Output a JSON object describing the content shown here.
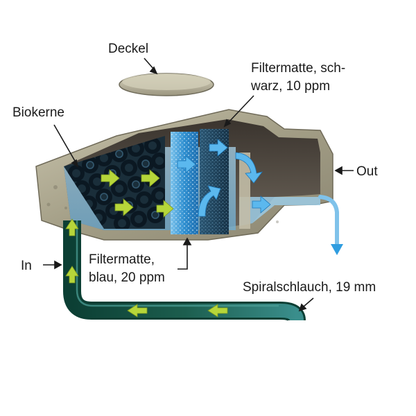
{
  "labels": {
    "lid": "Deckel",
    "black_mat_line1": "Filtermatte, sch-",
    "black_mat_line2": "warz, 10 ppm",
    "bio_cores": "Biokerne",
    "outlet": "Out",
    "inlet": "In",
    "blue_mat_line1": "Filtermatte,",
    "blue_mat_line2": "blau, 20 ppm",
    "hose": "Spiralschlauch, 19 mm"
  },
  "colors": {
    "housing_stone": "#a9a48c",
    "housing_dark": "#5e5850",
    "water": "#8fc3df",
    "hose_dark": "#0f4a3c",
    "hose_light": "#2f7f7a",
    "flow_arrow_green": "#b6d63a",
    "flow_arrow_blue": "#2f9de0",
    "blue_mat": "#2f8fd0",
    "black_mat": "#1e3f55",
    "bio_core": "#10202c"
  },
  "icons": {
    "flow": "arrow-icon",
    "pointer": "leader-arrow-icon"
  }
}
